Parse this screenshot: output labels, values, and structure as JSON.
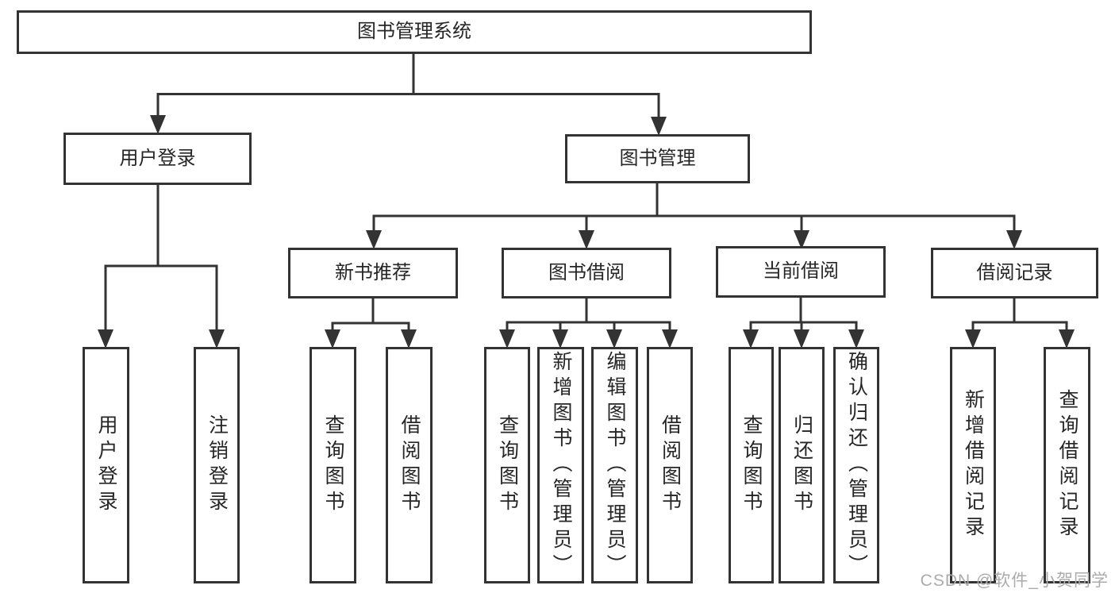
{
  "tree": {
    "root": "图书管理系统",
    "branches": [
      {
        "label": "用户登录",
        "children": [
          "用户登录",
          "注销登录"
        ]
      },
      {
        "label": "图书管理",
        "children": [
          {
            "label": "新书推荐",
            "children": [
              "查询图书",
              "借阅图书"
            ]
          },
          {
            "label": "图书借阅",
            "children": [
              "查询图书",
              "新增图书（管理员）",
              "编辑图书（管理员）",
              "借阅图书"
            ]
          },
          {
            "label": "当前借阅",
            "children": [
              "查询图书",
              "归还图书",
              "确认归还（管理员）"
            ]
          },
          {
            "label": "借阅记录",
            "children": [
              "新增借阅记录",
              "查询借阅记录"
            ]
          }
        ]
      }
    ]
  },
  "watermark": "CSDN @软件_小贺同学",
  "colors": {
    "line": "#333333",
    "box_border": "#333333",
    "text": "#262626",
    "watermark": "#ababab",
    "background": "#ffffff"
  }
}
